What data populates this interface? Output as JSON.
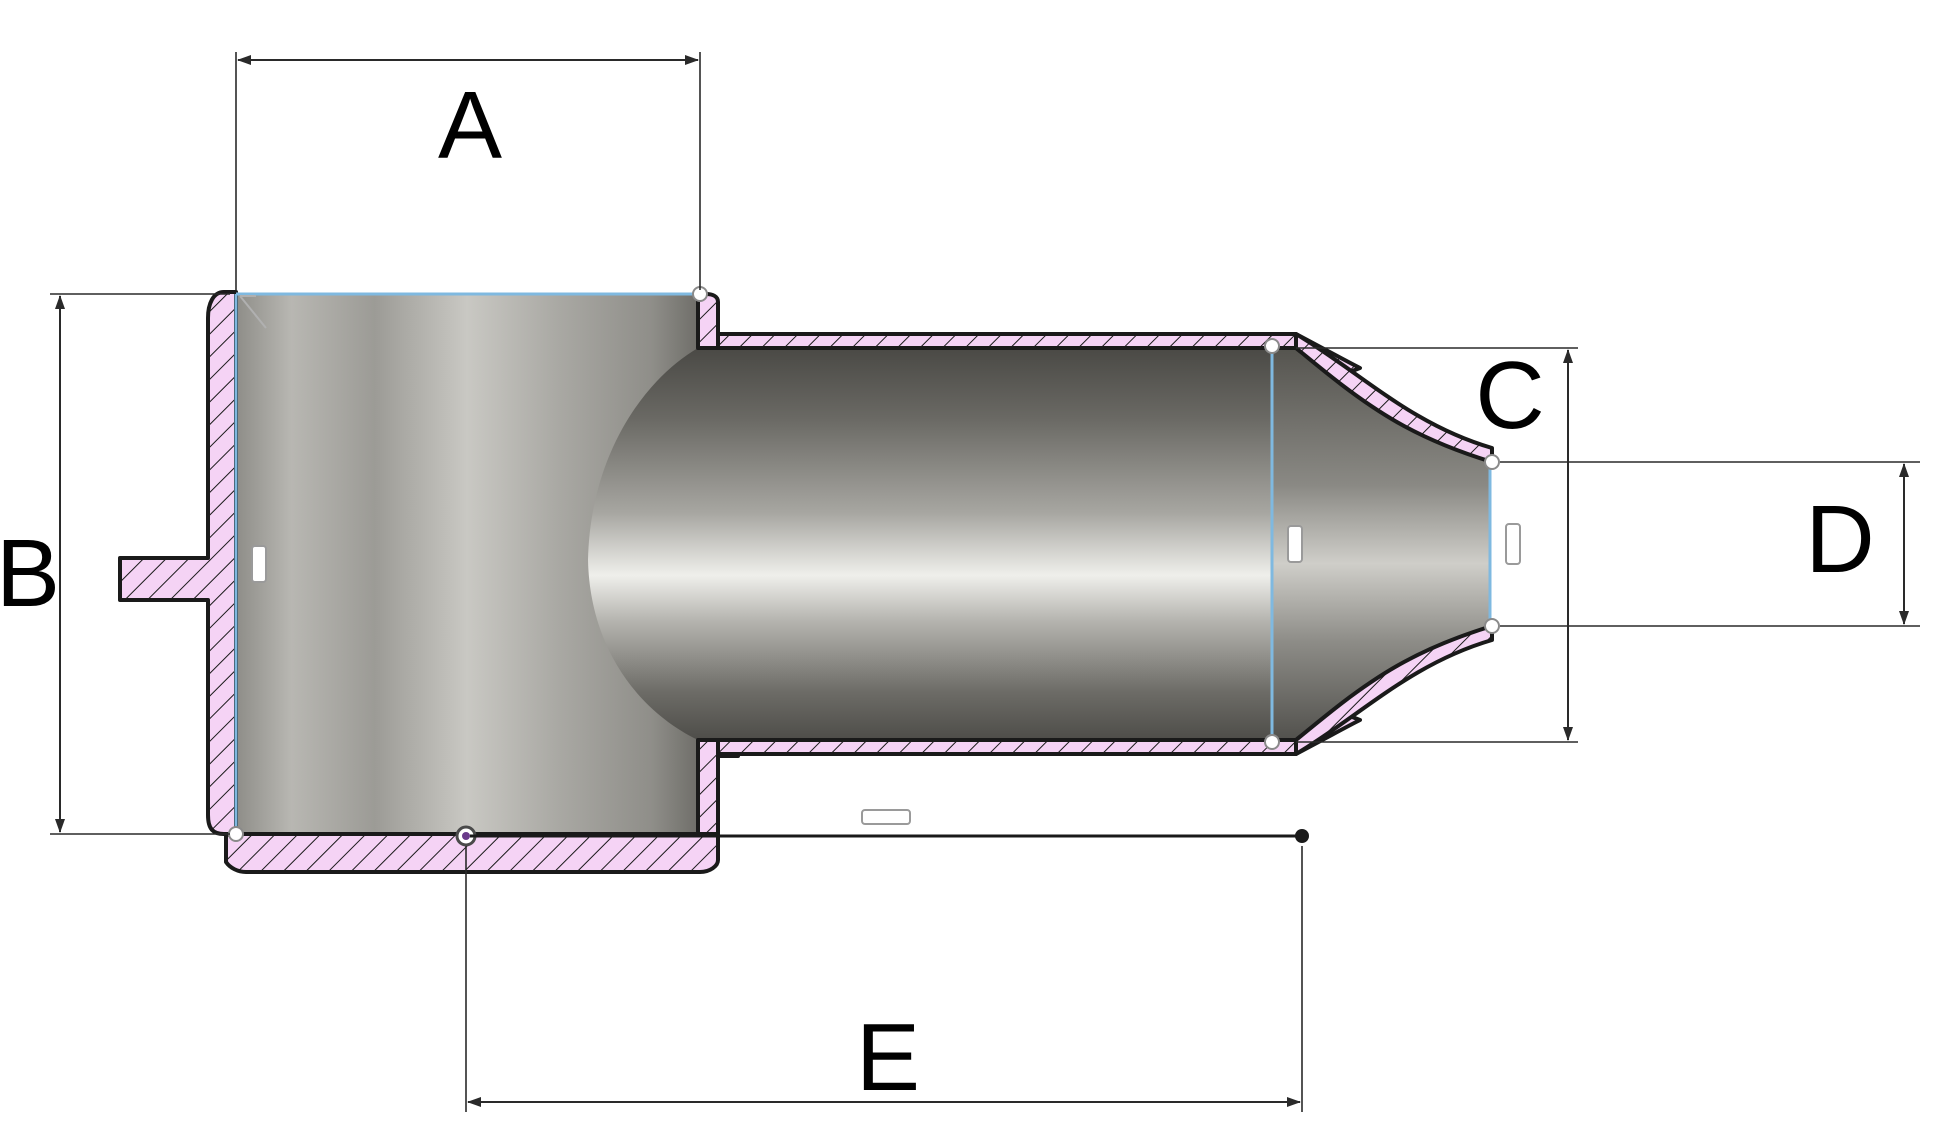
{
  "dimensions": {
    "a_label": "A",
    "b_label": "B",
    "c_label": "C",
    "d_label": "D",
    "e_label": "E"
  },
  "colors": {
    "section_fill": "#f5d3f5",
    "hatch_line": "#1a1a1a",
    "edge_highlight": "#7fb9e0",
    "metal_dark": "#4f4e4a",
    "metal_light": "#e6e6e2"
  }
}
